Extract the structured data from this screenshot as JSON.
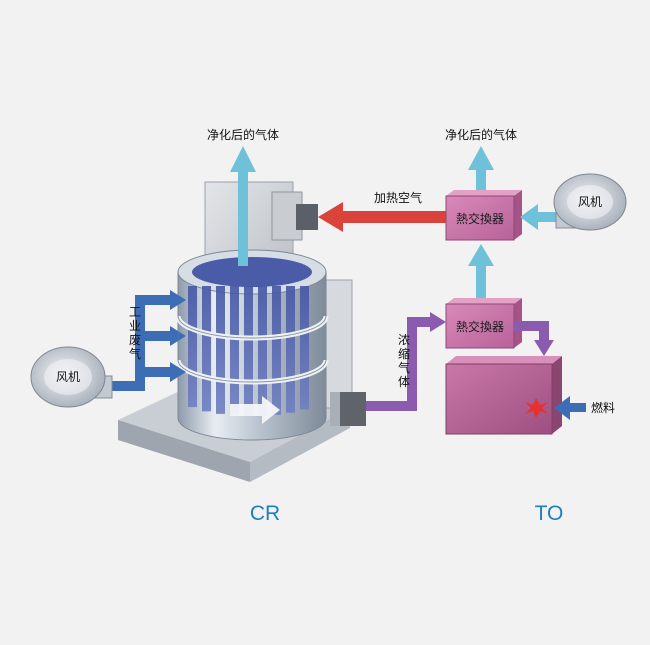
{
  "labels": {
    "purified_gas_left": "净化后的气体",
    "purified_gas_right": "净化后的气体",
    "heated_air": "加热空气",
    "industrial_exhaust": "工业废气",
    "concentrated_gas": "浓缩气体",
    "fuel": "燃料",
    "fan_left": "风机",
    "fan_right": "风机",
    "heat_exchanger_top": "熱交換器",
    "heat_exchanger_bottom": "熱交換器",
    "cr_unit": "CR",
    "to_unit": "TO"
  },
  "colors": {
    "purified_arrow": "#6fc1d9",
    "heated_arrow": "#d9433b",
    "exhaust_arrow": "#3d6db4",
    "concentrated_arrow": "#8b5bb0",
    "heat_exchanger": "#c678a6",
    "furnace": "#b8598f",
    "unit_label": "#1f7fc0"
  }
}
